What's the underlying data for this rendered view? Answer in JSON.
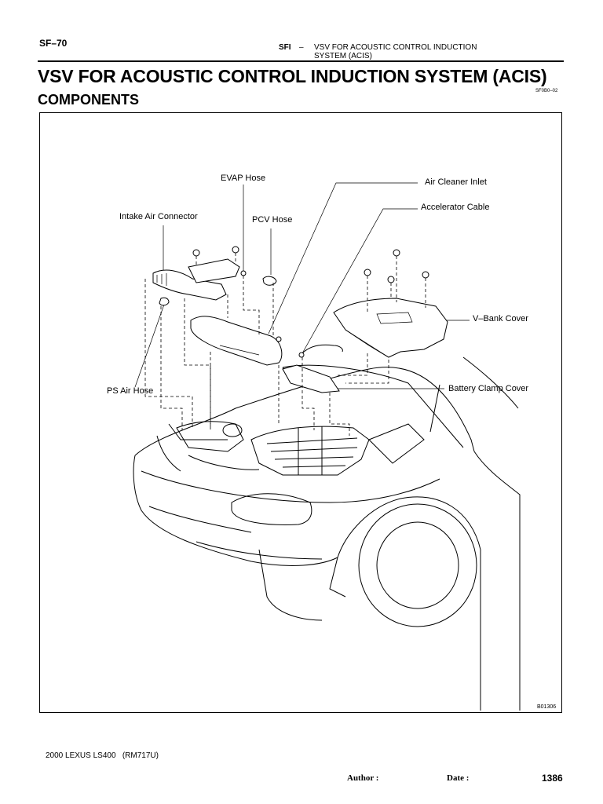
{
  "header": {
    "page_code": "SF–70",
    "section": "SFI",
    "dash": "–",
    "topic_line1": "VSV FOR ACOUSTIC CONTROL INDUCTION",
    "topic_line2": "SYSTEM (ACIS)"
  },
  "title": "VSV FOR ACOUSTIC CONTROL INDUCTION SYSTEM (ACIS)",
  "subtitle": "COMPONENTS",
  "ref_code": "SF0B0–02",
  "figure": {
    "labels": {
      "evap_hose": "EVAP Hose",
      "air_cleaner_inlet": "Air Cleaner Inlet",
      "intake_air_connector": "Intake Air Connector",
      "pcv_hose": "PCV Hose",
      "accelerator_cable": "Accelerator Cable",
      "v_bank_cover": "V–Bank Cover",
      "ps_air_hose": "PS Air Hose",
      "battery_clamp_cover": "Battery Clamp Cover"
    },
    "figure_code": "B01306"
  },
  "footer": {
    "model": "2000 LEXUS LS400   (RM717U)",
    "author_label": "Author :",
    "date_label": "Date :",
    "page_number": "1386"
  }
}
